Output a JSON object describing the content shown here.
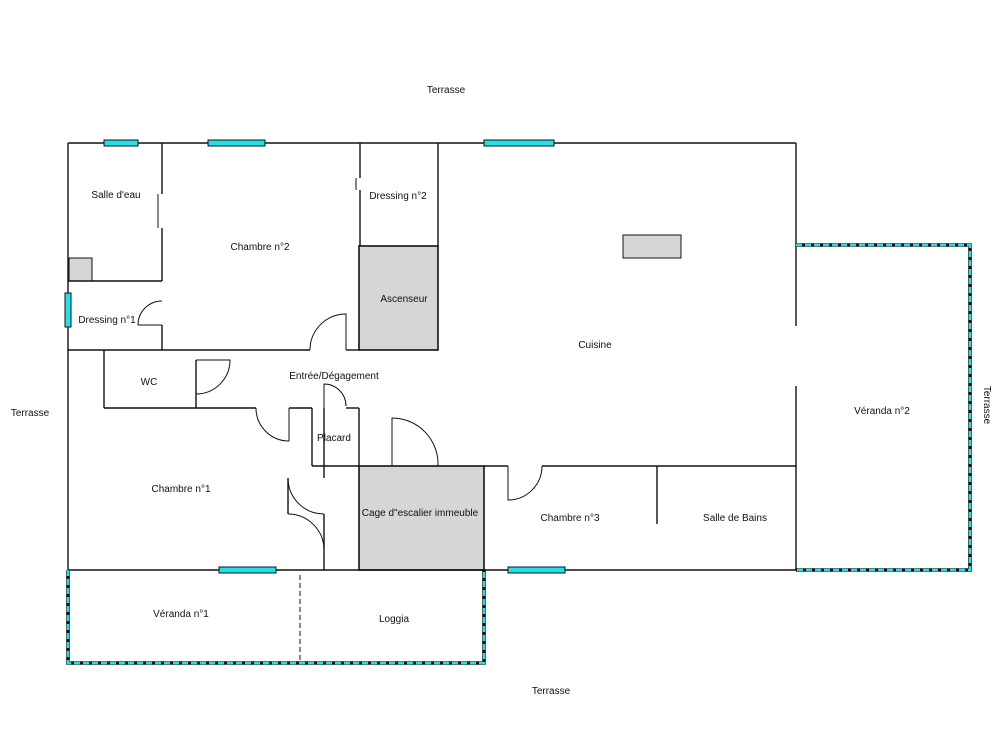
{
  "outside": {
    "terrace_top": "Terrasse",
    "terrace_left": "Terrasse",
    "terrace_right": "Terrasse",
    "terrace_bottom": "Terrasse"
  },
  "rooms": {
    "salle_eau": "Salle d'eau",
    "chambre_2": "Chambre n°2",
    "dressing_2": "Dressing n°2",
    "ascenseur": "Ascenseur",
    "dressing_1": "Dressing n°1",
    "cuisine": "Cuisine",
    "wc": "WC",
    "entree": "Entrée/Dégagement",
    "placard": "Placard",
    "veranda_2": "Véranda n°2",
    "chambre_1": "Chambre n°1",
    "cage_escalier": "Cage d\"escalier immeuble",
    "chambre_3": "Chambre n°3",
    "salle_bains": "Salle de Bains",
    "veranda_1": "Véranda n°1",
    "loggia": "Loggia"
  },
  "colors": {
    "window": "#22e0e6",
    "service_core": "#d6d6d6",
    "wall": "#111111"
  }
}
